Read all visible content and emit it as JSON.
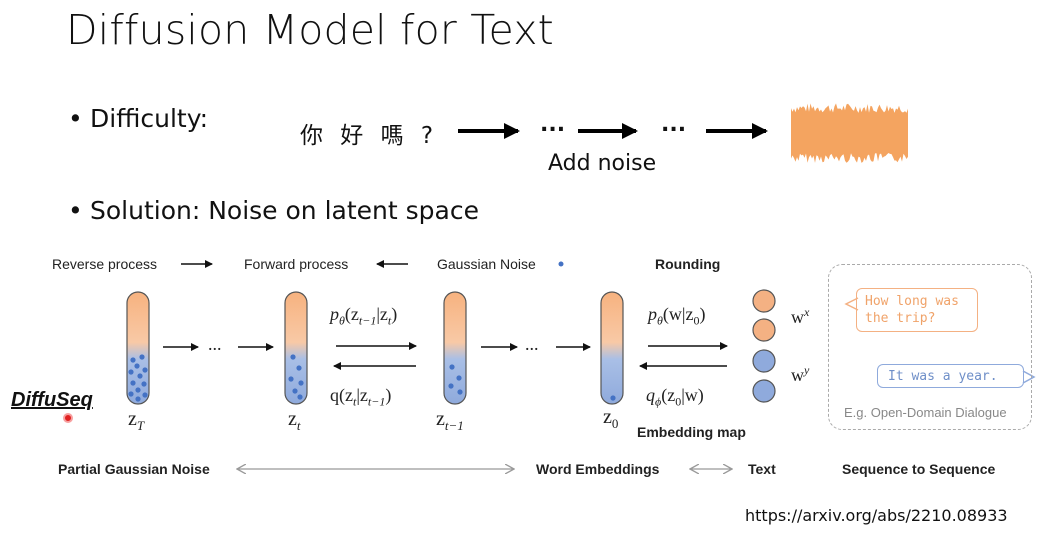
{
  "slide": {
    "title": "Diffusion Model for Text",
    "difficulty": {
      "bullet": "•",
      "label": "Difficulty:",
      "example_text": "你 好 嗎 ?",
      "ellipsis": "...",
      "add_noise_label": "Add noise"
    },
    "solution": {
      "bullet": "•",
      "label": "Solution: Noise on latent space"
    },
    "reference_url": "https://arxiv.org/abs/2210.08933"
  },
  "diagram": {
    "legend": {
      "reverse": "Reverse process",
      "forward": "Forward process",
      "gaussian_noise": "Gaussian Noise"
    },
    "rounding_label": "Rounding",
    "embedding_map_label": "Embedding map",
    "ellipsis": "...",
    "z_labels": {
      "zT": "z",
      "zT_sub": "T",
      "zt": "z",
      "zt_sub": "t",
      "zt1": "z",
      "zt1_sub": "t−1",
      "z0": "z",
      "z0_sub": "0"
    },
    "p_theta_step": "p",
    "p_theta_step_sub": "θ",
    "p_theta_step_args": "(z",
    "p_theta_step_args_sub1": "t−1",
    "p_theta_step_args_mid": "|z",
    "p_theta_step_args_sub2": "t",
    "q_step": "q(z",
    "q_step_sub1": "t",
    "q_step_mid": "|z",
    "q_step_sub2": "t−1",
    "p_theta_round": "p",
    "p_theta_round_sub": "θ",
    "p_theta_round_args": "(w|z",
    "p_theta_round_args_sub": "0",
    "q_phi": "q",
    "q_phi_sub": "ϕ",
    "q_phi_args": "(z",
    "q_phi_args_sub": "0",
    "q_phi_args_end": "|w)",
    "w_x": "w",
    "w_x_sup": "x",
    "w_y": "w",
    "w_y_sup": "y",
    "bubble_source": "How long was the trip?",
    "bubble_target": "It was a year.",
    "dialogue_caption": "E.g. Open-Domain Dialogue",
    "bottom_labels": {
      "partial_noise": "Partial Gaussian Noise",
      "word_embeddings": "Word Embeddings",
      "text": "Text",
      "seq2seq": "Sequence to Sequence"
    },
    "model_name": "DiffuSeq",
    "closing_paren": ")"
  },
  "colors": {
    "orange": "#f4b183",
    "blue": "#8faadc",
    "dot_blue": "#4472c4",
    "noise_orange": "#f4a460"
  }
}
